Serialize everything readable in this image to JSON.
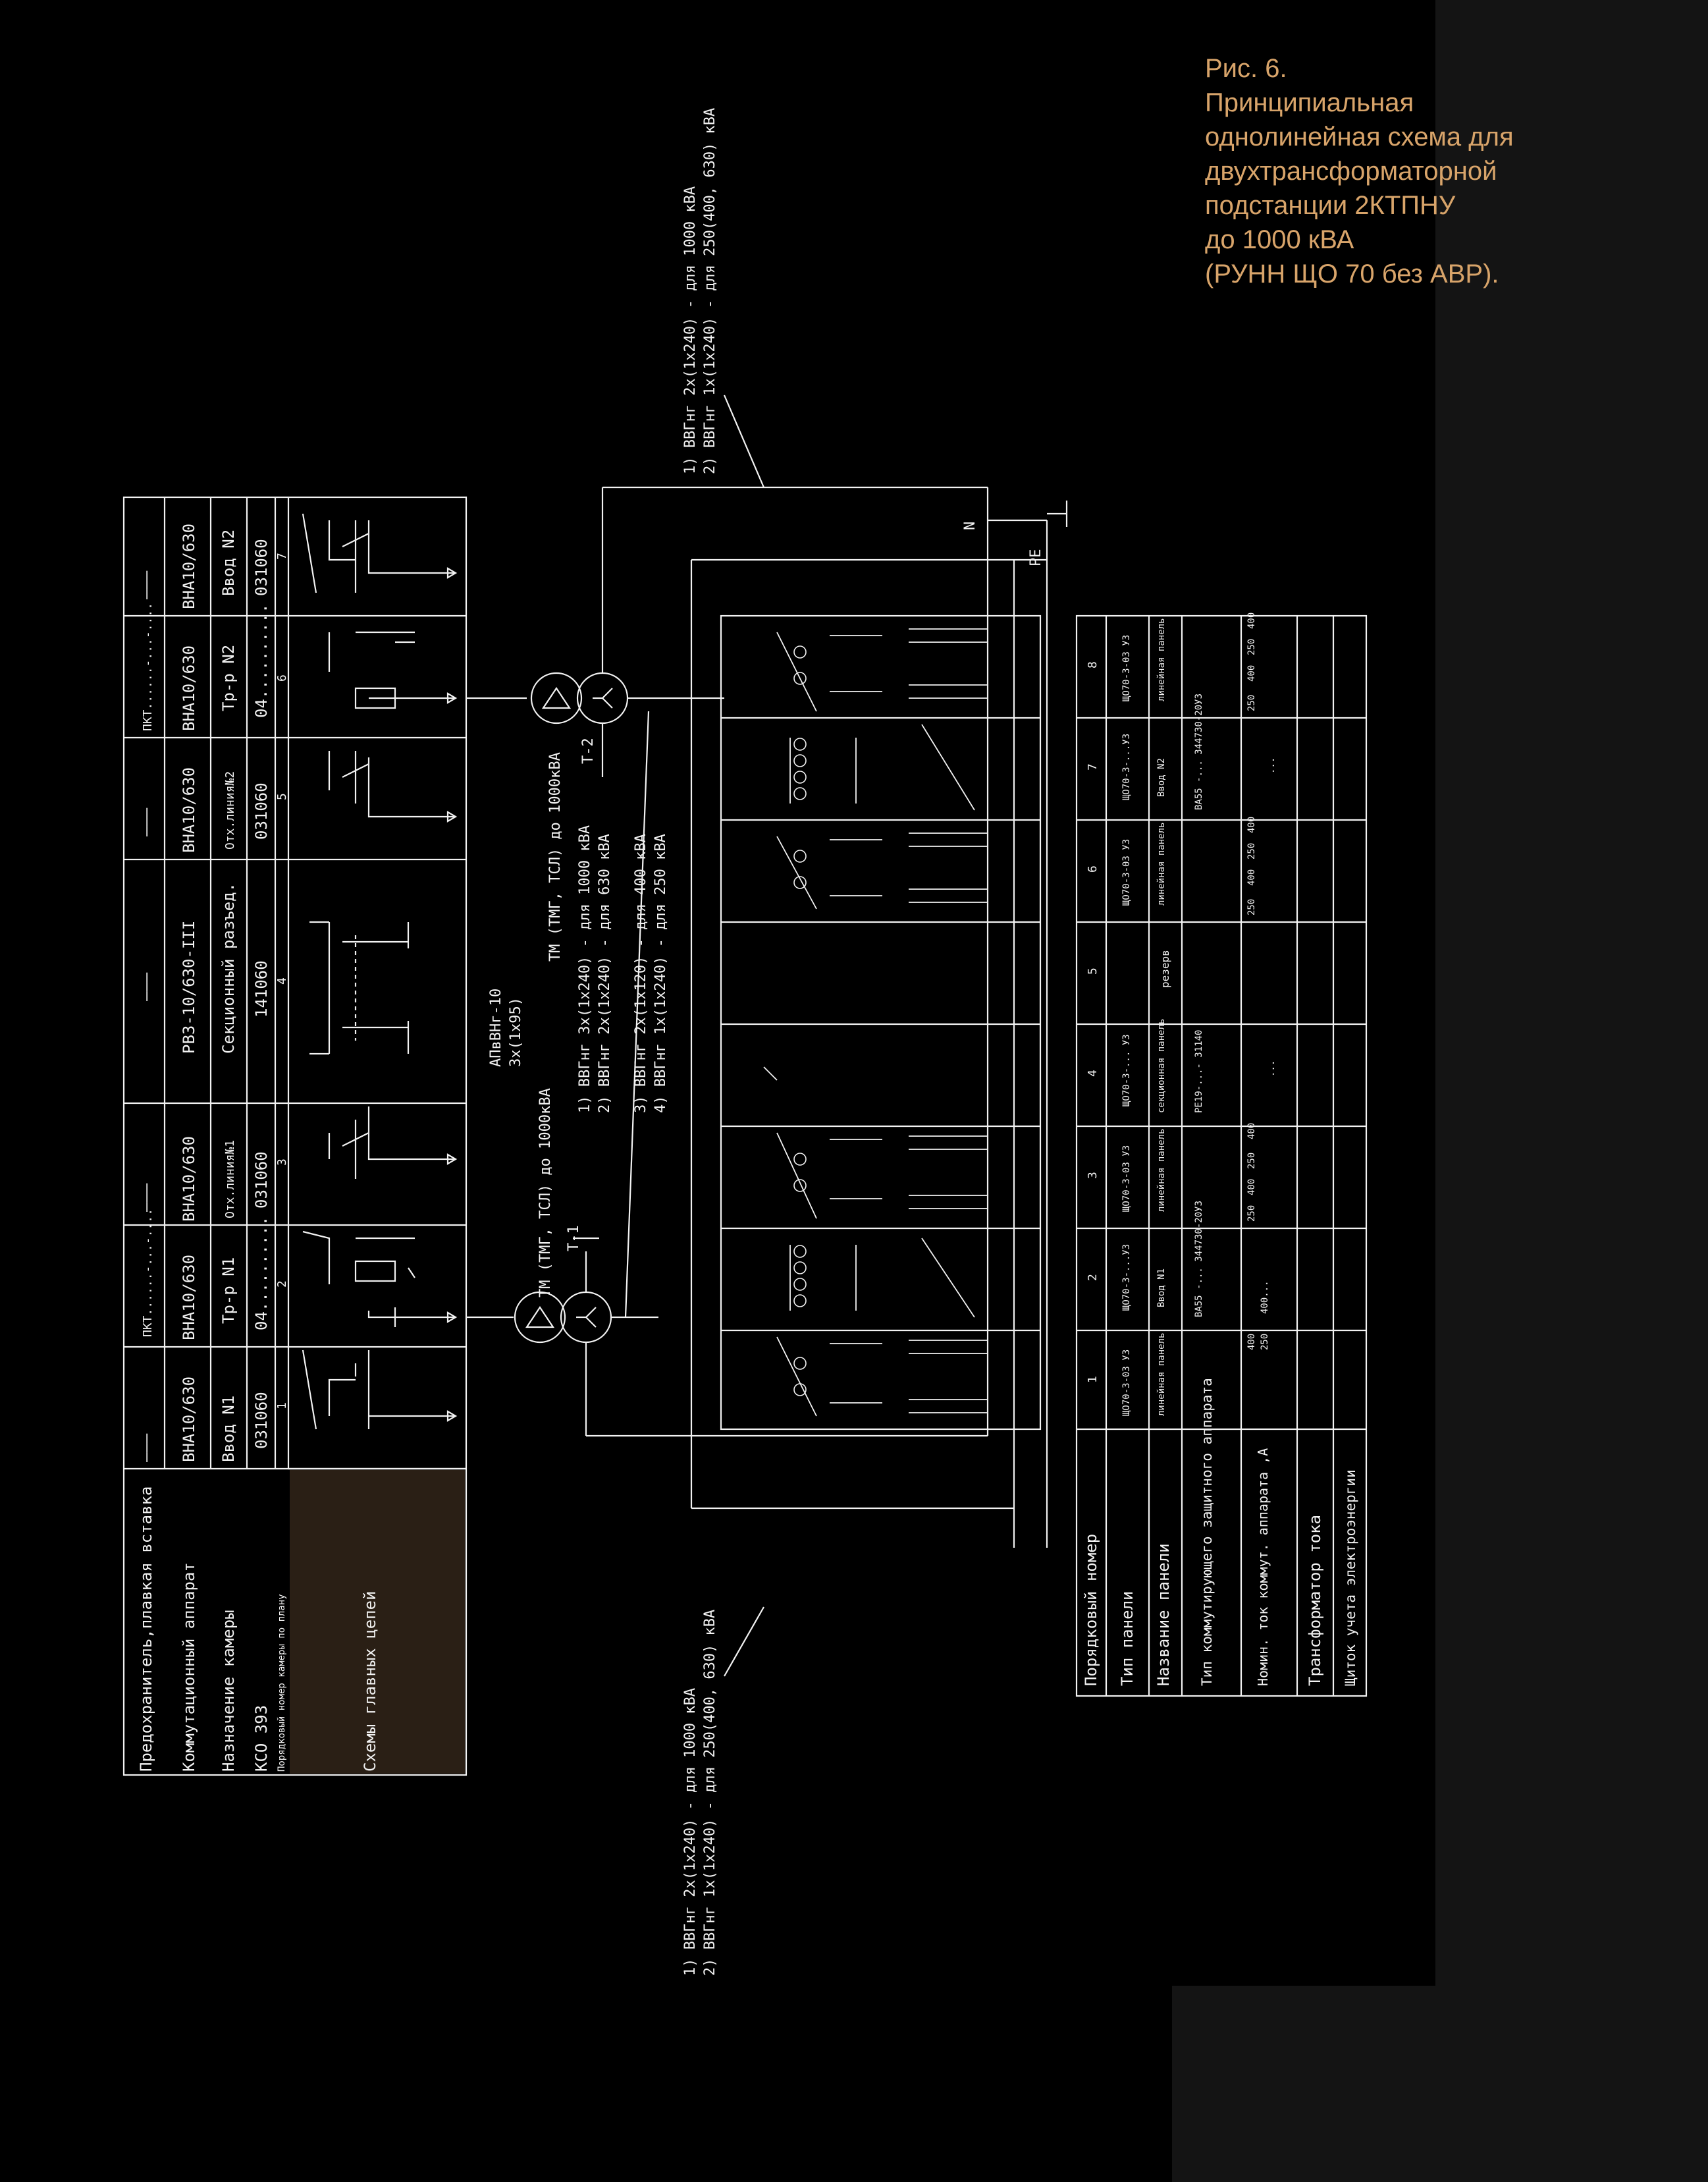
{
  "caption": {
    "lines": [
      "Рис. 6.",
      "Принципиальная",
      "однолинейная схема для",
      "двухтрансформаторной",
      "подстанции 2КТПНУ",
      "до 1000 кВА",
      "(РУНН ЩО 70  без АВР)."
    ]
  },
  "hv_table": {
    "row_labels": [
      "Предохранитель,плавкая вставка",
      "Коммутационный аппарат",
      "Назначение камеры",
      "КСО 393",
      "Порядковый номер камеры по плану",
      "Схемы главных цепей"
    ],
    "cells": [
      {
        "fuse": "———",
        "device": "ВНА10/630",
        "purpose": "Ввод N1",
        "kso": "031060",
        "num": "1"
      },
      {
        "fuse": "ПКТ......-...-....",
        "device": "ВНА10/630",
        "purpose": "Тр-р N1",
        "kso": "04..........",
        "num": "2"
      },
      {
        "fuse": "———",
        "device": "ВНА10/630",
        "purpose": "Отх.линия№1",
        "kso": "031060",
        "num": "3"
      },
      {
        "fuse": "———",
        "device": "РВЗ-10/630-III",
        "purpose": "Секционный разъед.",
        "kso": "141060",
        "num": "4"
      },
      {
        "fuse": "———",
        "device": "ВНА10/630",
        "purpose": "Отх.линия№2",
        "kso": "031060",
        "num": "5"
      },
      {
        "fuse": "ПКТ......-...-....",
        "device": "ВНА10/630",
        "purpose": "Тр-р N2",
        "kso": "04..........",
        "num": "6"
      },
      {
        "fuse": "———",
        "device": "ВНА10/630",
        "purpose": "Ввод N2",
        "kso": "031060",
        "num": "7"
      }
    ]
  },
  "cables": {
    "top_1": "1)  ВВГнг  2х(1х240) - для 1000 кВА",
    "top_2": "2)  ВВГнг  1х(1х240) - для 250(400, 630) кВА",
    "bottom_1": "1)  ВВГнг  2х(1х240) - для 1000 кВА",
    "bottom_2": "2)  ВВГнг  1х(1х240) - для 250(400, 630) кВА",
    "hv_cable_1": "АПвВНг-10",
    "hv_cable_2": "3х(1х95)",
    "tm_t1": "ТМ (ТМГ, ТСЛ) до 1000кВА",
    "tm_t2": "ТМ (ТМГ, ТСЛ) до 1000кВА",
    "mid_1": "1)  ВВГнг  3х(1х240) - для 1000 кВА",
    "mid_2": "2)  ВВГнг  2х(1х240) - для 630 кВА",
    "mid_3": "3)  ВВГнг  2х(1х120) - для 400 кВА",
    "mid_4": "4)  ВВГнг  1х(1х240) - для 250 кВА",
    "t1": "Т-1",
    "t2": "Т-2",
    "n": "N",
    "pe": "PE"
  },
  "lv_table": {
    "row_labels": [
      "Порядковый номер",
      "Тип панели",
      "Название панели",
      "Тип коммутирующего защитного аппарата",
      "Номин. ток коммут. аппарата ,А",
      "Трансформатор тока",
      "Щиток учета электроэнергии"
    ],
    "panels": [
      {
        "num": "1",
        "type": "ЩО70-3-03 УЗ",
        "name": "линейная панель",
        "device": "",
        "currents": [
          "400",
          "250"
        ]
      },
      {
        "num": "2",
        "type": "ЩО70-3-...УЗ",
        "name": "Ввод N1",
        "device": "ВА55 -... 344730-20УЗ",
        "currents": [
          "400..."
        ]
      },
      {
        "num": "3",
        "type": "ЩО70-3-03 УЗ",
        "name": "линейная панель",
        "device": "",
        "currents": [
          "400",
          "250",
          "400",
          "250"
        ]
      },
      {
        "num": "4",
        "type": "ЩО70-3-... УЗ",
        "name": "секционная панель",
        "device": "РЕ19-...- 31140",
        "currents": [
          "..."
        ]
      },
      {
        "num": "5",
        "type": "",
        "name": "резерв",
        "device": "",
        "currents": []
      },
      {
        "num": "6",
        "type": "ЩО70-3-03 УЗ",
        "name": "линейная панель",
        "device": "",
        "currents": [
          "400",
          "250",
          "400",
          "250"
        ]
      },
      {
        "num": "7",
        "type": "ЩО70-3-...УЗ",
        "name": "Ввод N2",
        "device": "ВА55 -... 344730-20УЗ",
        "currents": [
          "..."
        ]
      },
      {
        "num": "8",
        "type": "ЩО70-3-03 УЗ",
        "name": "линейная панель",
        "device": "",
        "currents": [
          "400",
          "250",
          "400",
          "250"
        ]
      }
    ]
  }
}
